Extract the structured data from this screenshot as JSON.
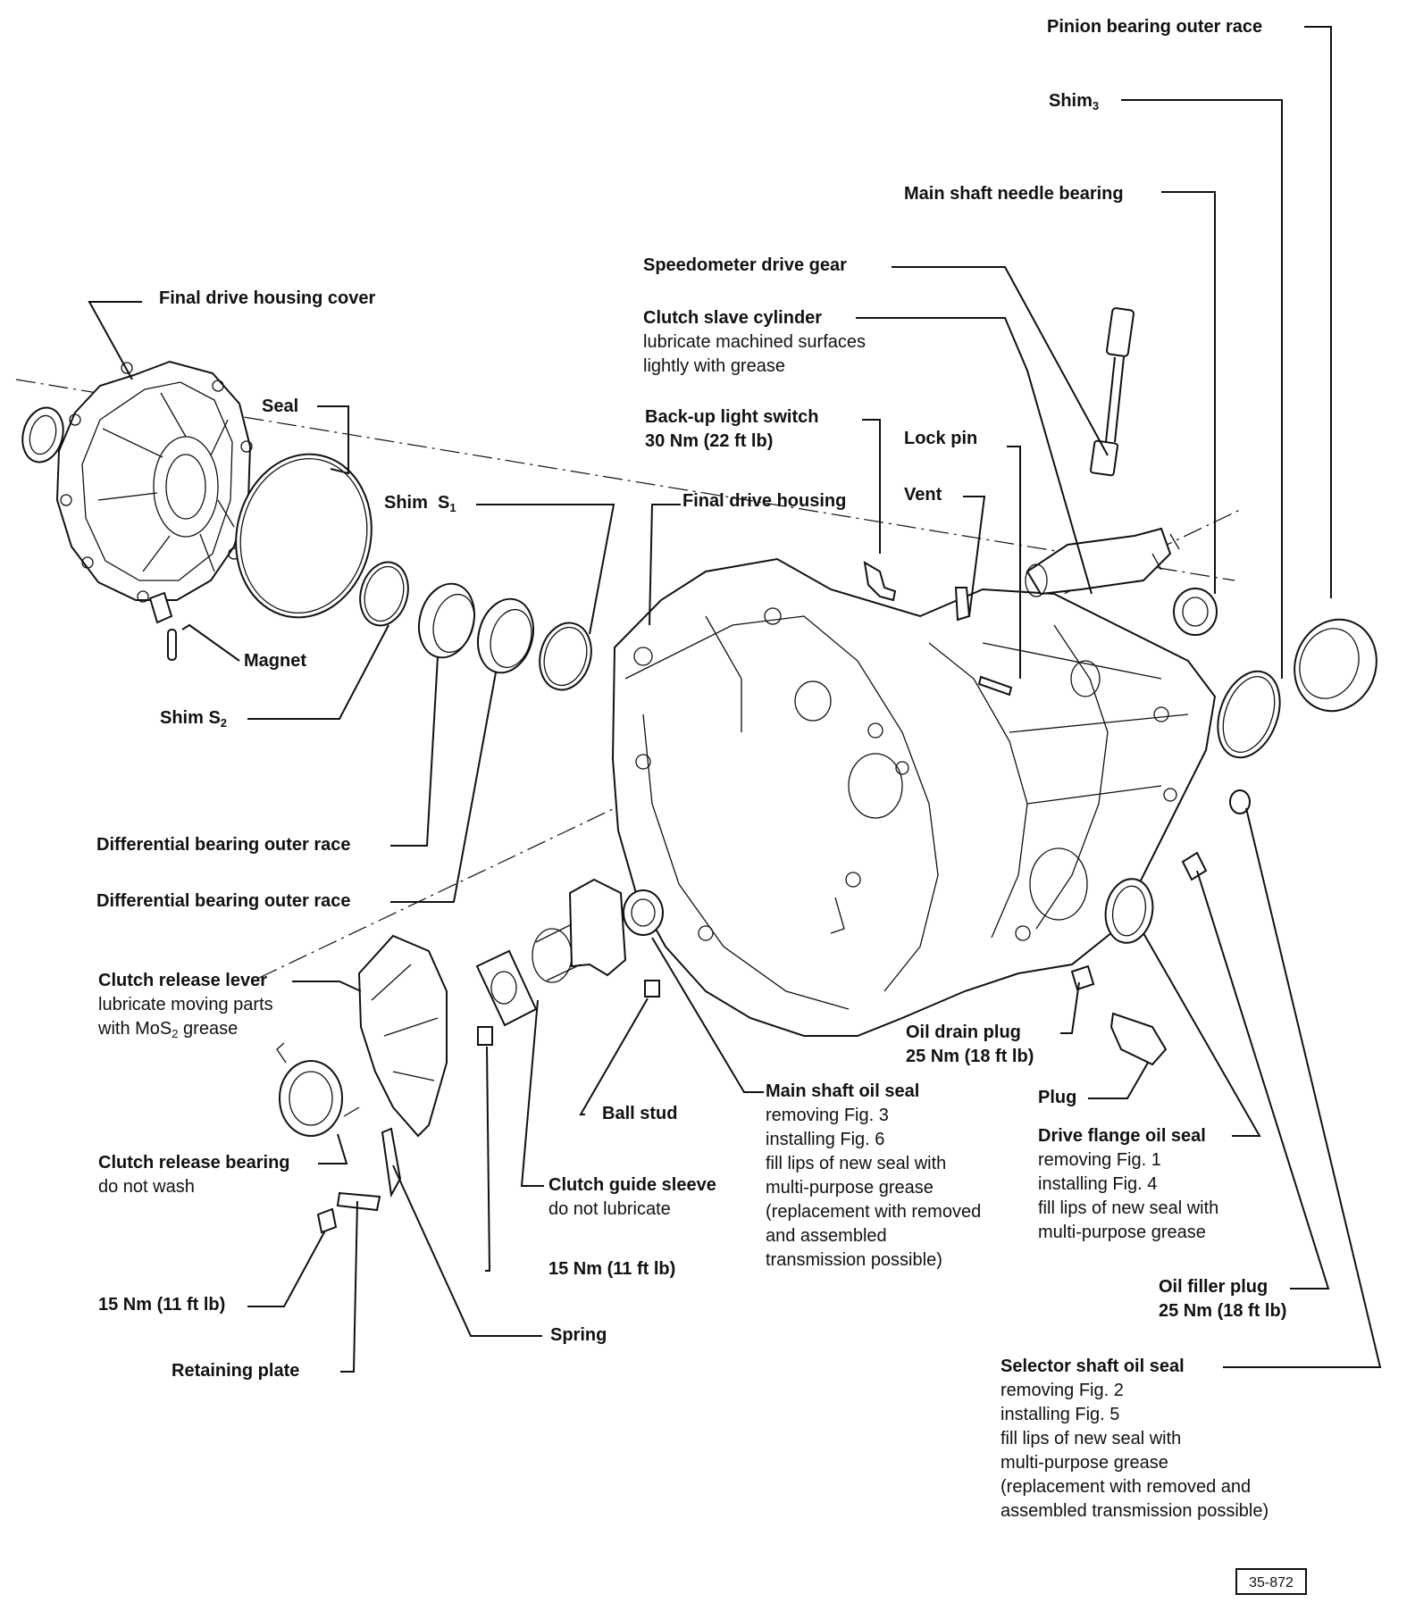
{
  "labels": {
    "pinion_bearing_outer_race": {
      "title": "Pinion bearing outer race"
    },
    "shim3": {
      "title": "Shim",
      "sub": "3"
    },
    "main_shaft_needle_bearing": {
      "title": "Main shaft needle bearing"
    },
    "speedometer_drive_gear": {
      "title": "Speedometer drive gear"
    },
    "clutch_slave_cylinder": {
      "title": "Clutch slave cylinder",
      "notes": [
        "lubricate machined surfaces",
        "lightly with grease"
      ]
    },
    "final_drive_housing_cover": {
      "title": "Final drive housing cover"
    },
    "seal": {
      "title": "Seal"
    },
    "back_up_light_switch": {
      "title": "Back-up light switch",
      "notes_bold": [
        "30 Nm (22 ft lb)"
      ]
    },
    "lock_pin": {
      "title": "Lock pin"
    },
    "vent": {
      "title": "Vent"
    },
    "shim_s1": {
      "title": "Shim  S",
      "sub": "1"
    },
    "final_drive_housing": {
      "title": "Final drive housing"
    },
    "magnet": {
      "title": "Magnet"
    },
    "shim_s2": {
      "title": "Shim S",
      "sub": "2"
    },
    "diff_bearing_outer_race_1": {
      "title": "Differential bearing outer race"
    },
    "diff_bearing_outer_race_2": {
      "title": "Differential bearing outer race"
    },
    "clutch_release_lever": {
      "title": "Clutch release lever",
      "notes": [
        "lubricate moving parts"
      ],
      "mos2": {
        "pre": "with MoS",
        "sub": "2",
        "post": " grease"
      }
    },
    "oil_drain_plug": {
      "title": "Oil drain plug",
      "notes_bold": [
        "25 Nm (18 ft lb)"
      ]
    },
    "main_shaft_oil_seal": {
      "title": "Main shaft oil seal",
      "notes": [
        "removing Fig. 3",
        "installing Fig. 6",
        "fill lips of new seal with",
        "multi-purpose grease",
        "(replacement with removed",
        "and assembled",
        "transmission possible)"
      ]
    },
    "plug": {
      "title": "Plug"
    },
    "ball_stud": {
      "title": "Ball stud"
    },
    "drive_flange_oil_seal": {
      "title": "Drive flange oil seal",
      "notes": [
        "removing Fig. 1",
        "installing Fig. 4",
        "fill lips of new seal with",
        "multi-purpose grease"
      ]
    },
    "clutch_release_bearing": {
      "title": "Clutch release bearing",
      "notes": [
        "do not wash"
      ]
    },
    "clutch_guide_sleeve": {
      "title": "Clutch guide sleeve",
      "notes": [
        "do not lubricate"
      ]
    },
    "torque_15nm_a": {
      "title": "15 Nm (11 ft lb)"
    },
    "torque_15nm_b": {
      "title": "15 Nm (11 ft lb)"
    },
    "oil_filler_plug": {
      "title": "Oil filler plug",
      "notes_bold": [
        "25 Nm (18 ft lb)"
      ]
    },
    "spring": {
      "title": "Spring"
    },
    "retaining_plate": {
      "title": "Retaining plate"
    },
    "selector_shaft_oil_seal": {
      "title": "Selector shaft oil seal",
      "notes": [
        "removing Fig. 2",
        "installing Fig. 5",
        "fill lips of new seal with",
        "multi-purpose grease",
        "(replacement with removed and",
        "assembled transmission possible)"
      ]
    }
  },
  "figure_id": "35-872"
}
